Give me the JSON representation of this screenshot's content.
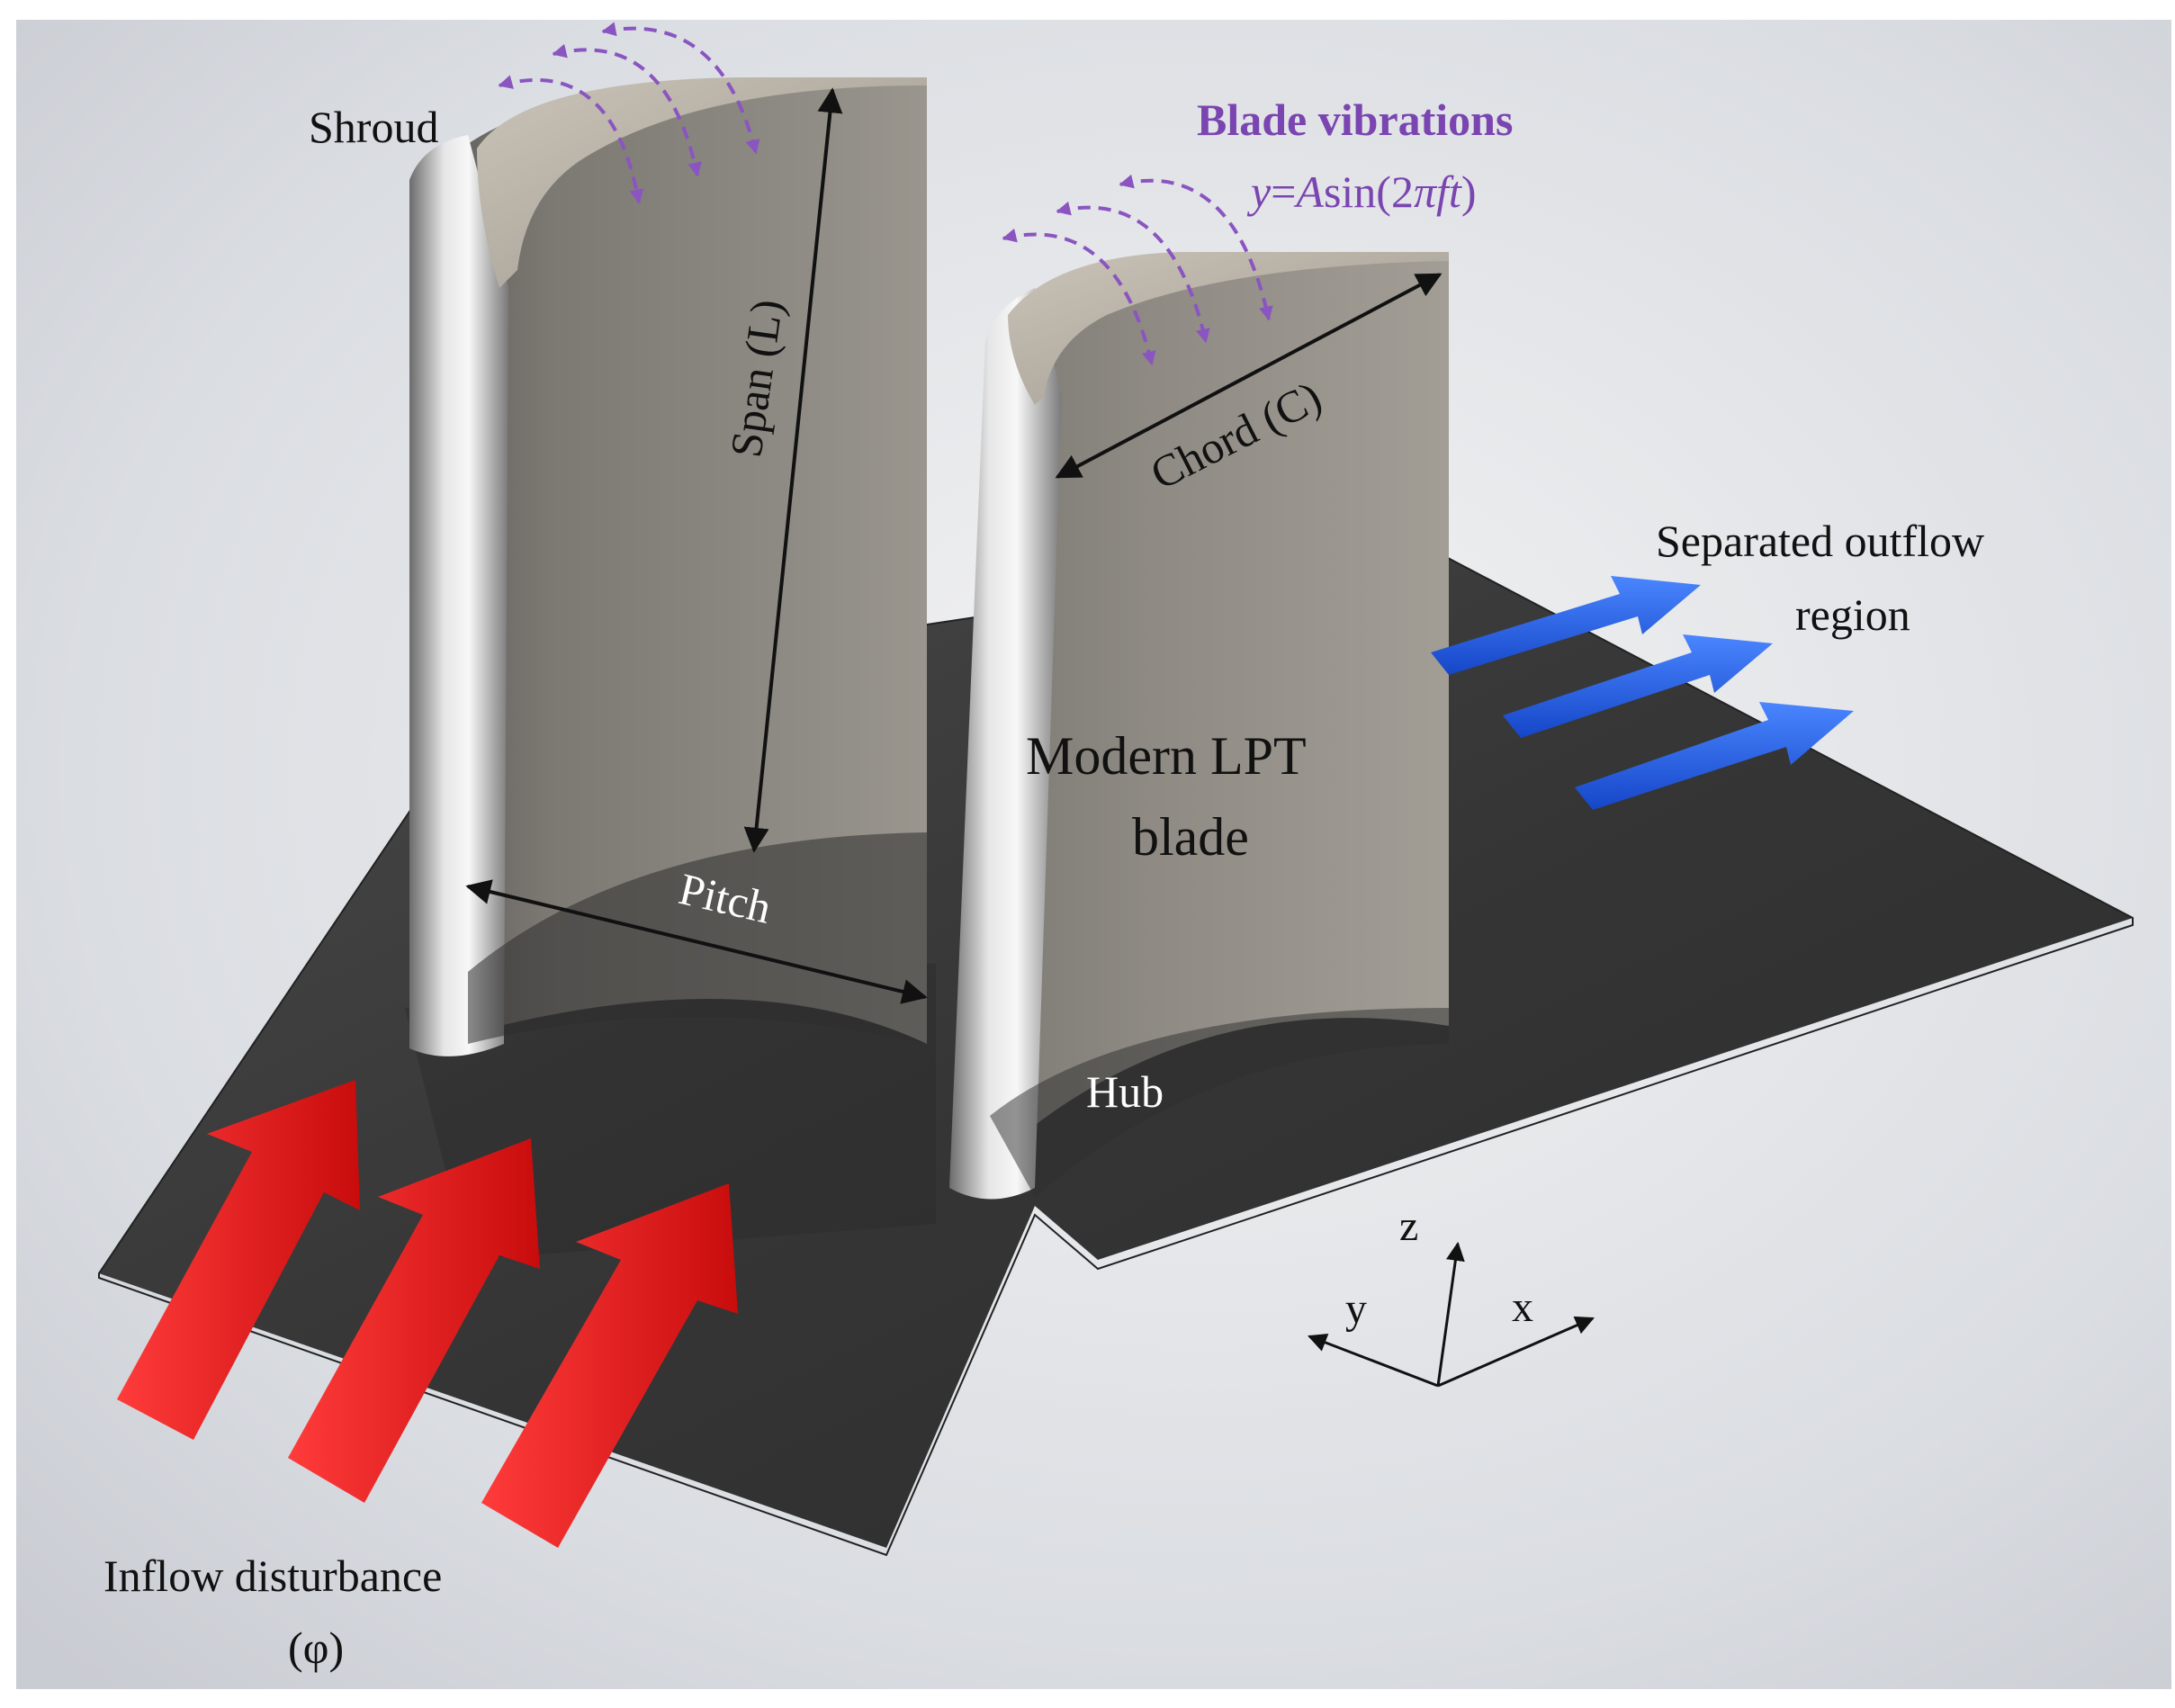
{
  "labels": {
    "shroud": "Shroud",
    "blade_vibrations_title": "Blade vibrations",
    "vib_y": "y",
    "vib_eq": "=",
    "vib_A": "A",
    "vib_sin": "sin(2",
    "vib_pi": "π",
    "vib_ft": "ft",
    "vib_close": ")",
    "span": "Span (L)",
    "chord": "Chord (C)",
    "pitch": "Pitch",
    "blade_line1": "Modern LPT",
    "blade_line2": "blade",
    "hub": "Hub",
    "outflow_line1": "Separated outflow",
    "outflow_line2": "region",
    "inflow_line1": "Inflow disturbance",
    "inflow_line2": "(φ)",
    "axis_z": "z",
    "axis_y": "y",
    "axis_x": "x"
  },
  "colors": {
    "vibration_arrows": "#8a55c0",
    "inflow_arrows": "#e01818",
    "outflow_arrows": "#1f63e6",
    "blade_surface": "#8c8880",
    "hub_plate": "#3a3a3a"
  }
}
